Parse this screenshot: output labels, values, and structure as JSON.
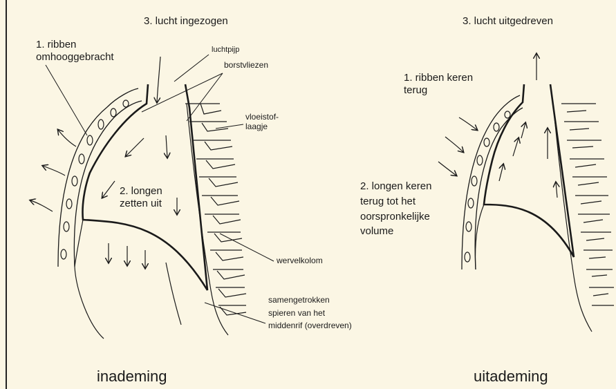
{
  "inhale": {
    "air_in": "3. lucht ingezogen",
    "ribs": [
      "1. ribben",
      "omhooggebracht"
    ],
    "windpipe": "luchtpijp",
    "pleura": "borstvliezen",
    "fluid": [
      "vloeistof-",
      "laagje"
    ],
    "lungs": [
      "2. longen",
      "zetten uit"
    ],
    "spine": "wervelkolom",
    "diaphragm": [
      "samengetrokken",
      "spieren van het",
      "middenrif (overdreven)"
    ],
    "title": "inademing"
  },
  "exhale": {
    "air_out": "3. lucht uitgedreven",
    "ribs": [
      "1. ribben keren",
      "terug"
    ],
    "lungs": [
      "2. longen keren",
      "terug tot het",
      "oorspronkelijke",
      "volume"
    ],
    "title": "uitademing"
  },
  "colors": {
    "background": "#fbf6e4",
    "ink": "#1a1a1a"
  }
}
